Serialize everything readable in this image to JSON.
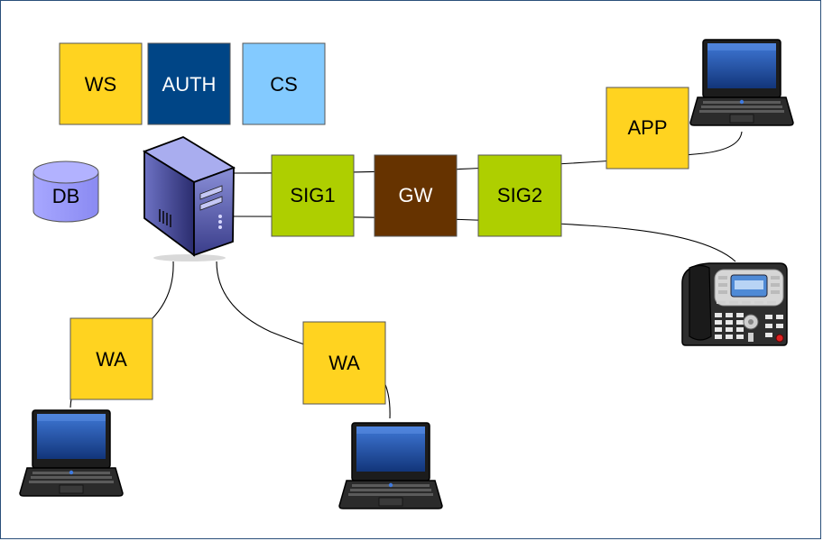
{
  "colors": {
    "yellow": "#ffd320",
    "navy": "#004586",
    "lightblue": "#83caff",
    "green": "#aecf00",
    "brown": "#663300",
    "db": "#9999ff",
    "border": "#2a4f7a"
  },
  "boxes": {
    "ws": "WS",
    "auth": "AUTH",
    "cs": "CS",
    "sig1": "SIG1",
    "gw": "GW",
    "sig2": "SIG2",
    "app": "APP",
    "wa_left": "WA",
    "wa_right": "WA"
  },
  "db": {
    "label": "DB"
  },
  "icons": {
    "server": "server-icon",
    "laptop": "laptop-icon",
    "phone": "ip-phone-icon"
  }
}
